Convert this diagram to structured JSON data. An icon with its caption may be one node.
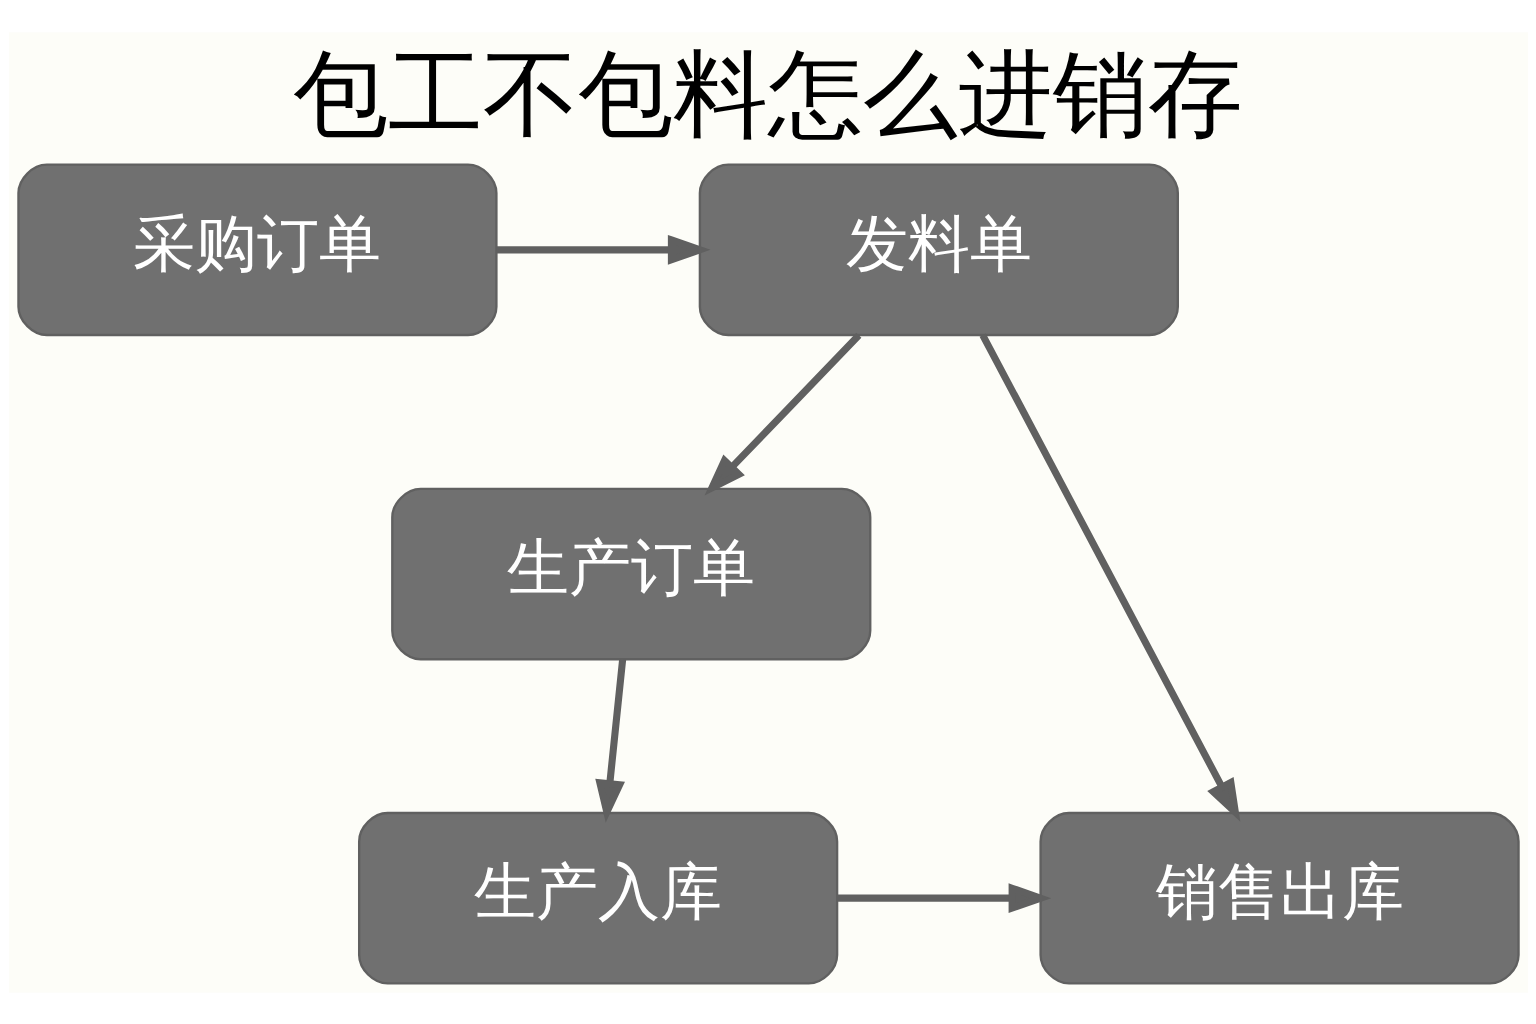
{
  "diagram": {
    "title": "包工不包料怎么进销存",
    "nodes": [
      {
        "text": [
          "采购订单"
        ]
      },
      {
        "text": [
          "发料单"
        ]
      },
      {
        "text": [
          "生产订单"
        ]
      },
      {
        "text": [
          "生产入库"
        ]
      },
      {
        "text": [
          "销售出库"
        ]
      }
    ],
    "edges": [
      {
        "from": 0,
        "to": 1,
        "arrow": "to"
      },
      {
        "from": 1,
        "to": 2,
        "arrow": "to"
      },
      {
        "from": 1,
        "to": 4,
        "arrow": "to"
      },
      {
        "from": 2,
        "to": 3,
        "arrow": "to"
      },
      {
        "from": 3,
        "to": 4,
        "arrow": "to"
      }
    ]
  }
}
